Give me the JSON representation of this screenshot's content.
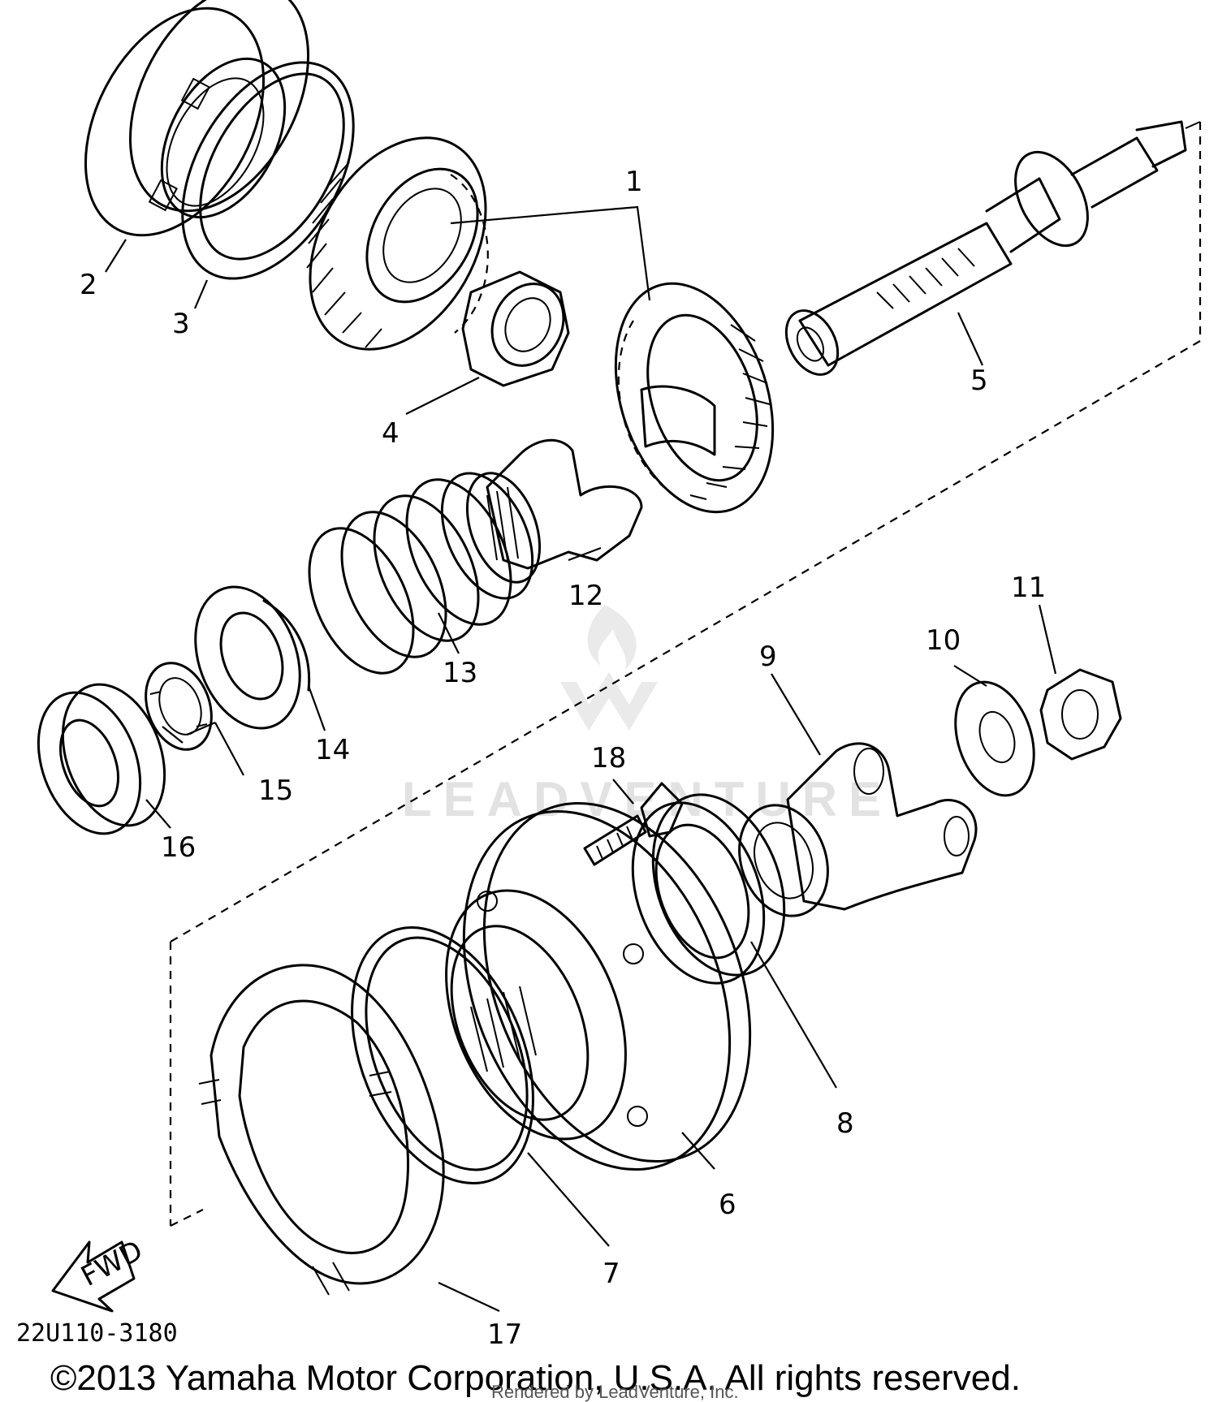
{
  "callouts": {
    "p1": "1",
    "p2": "2",
    "p3": "3",
    "p4": "4",
    "p5": "5",
    "p6": "6",
    "p7": "7",
    "p8": "8",
    "p9": "9",
    "p10": "10",
    "p11": "11",
    "p12": "12",
    "p13": "13",
    "p14": "14",
    "p15": "15",
    "p16": "16",
    "p17": "17",
    "p18": "18"
  },
  "fwd_label": "FWD",
  "diagram_code": "22U110-3180",
  "copyright": "©2013 Yamaha Motor Corporation, U.S.A. All rights reserved.",
  "rendered_by": "Rendered by LeadVenture, Inc.",
  "watermark_text": "LEADVENTURE"
}
